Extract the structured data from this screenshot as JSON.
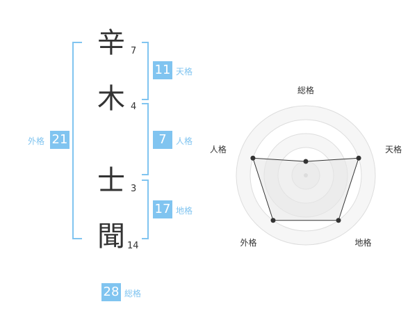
{
  "name": {
    "characters": [
      {
        "char": "辛",
        "strokes": "7"
      },
      {
        "char": "木",
        "strokes": "4"
      },
      {
        "char": "士",
        "strokes": "3"
      },
      {
        "char": "聞",
        "strokes": "14"
      }
    ]
  },
  "kakusu": {
    "tenkaku": {
      "value": "11",
      "label": "天格"
    },
    "jinkaku": {
      "value": "7",
      "label": "人格"
    },
    "chikaku": {
      "value": "17",
      "label": "地格"
    },
    "gaikaku": {
      "value": "21",
      "label": "外格"
    },
    "soukaku": {
      "value": "28",
      "label": "総格"
    }
  },
  "colors": {
    "accent": "#80c4f0",
    "text": "#333333",
    "radar_fill": "#f0f0f0",
    "grid": "#dddddd"
  },
  "chart_data": {
    "type": "radar",
    "axes": [
      "総格",
      "天格",
      "地格",
      "外格",
      "人格"
    ],
    "max": 5,
    "values": [
      1,
      4,
      4,
      4,
      4
    ]
  }
}
